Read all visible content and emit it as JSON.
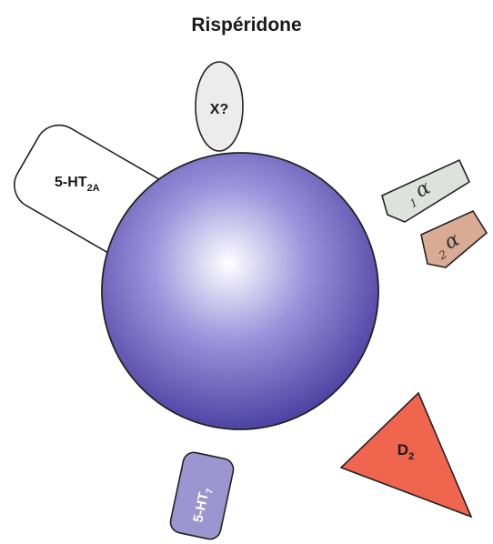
{
  "title": "Rispéridone",
  "receptors": {
    "ht2a": {
      "base": "5-HT",
      "sub": "2A",
      "color": "#ffffff"
    },
    "x": {
      "label": "X?",
      "color": "#ececec"
    },
    "alpha1": {
      "symbol": "α",
      "sub": "1",
      "color": "#dde3dc"
    },
    "alpha2": {
      "symbol": "α",
      "sub": "2",
      "color": "#d9aa94"
    },
    "d2": {
      "base": "D",
      "sub": "2",
      "color": "#f0654d"
    },
    "ht7": {
      "base": "5-HT",
      "sub": "7",
      "color": "#9b96cf"
    }
  },
  "colors": {
    "sphere_center": "#ffffff",
    "sphere_mid": "#8f86d6",
    "sphere_edge": "#4a3ea0",
    "outline": "#222222"
  }
}
